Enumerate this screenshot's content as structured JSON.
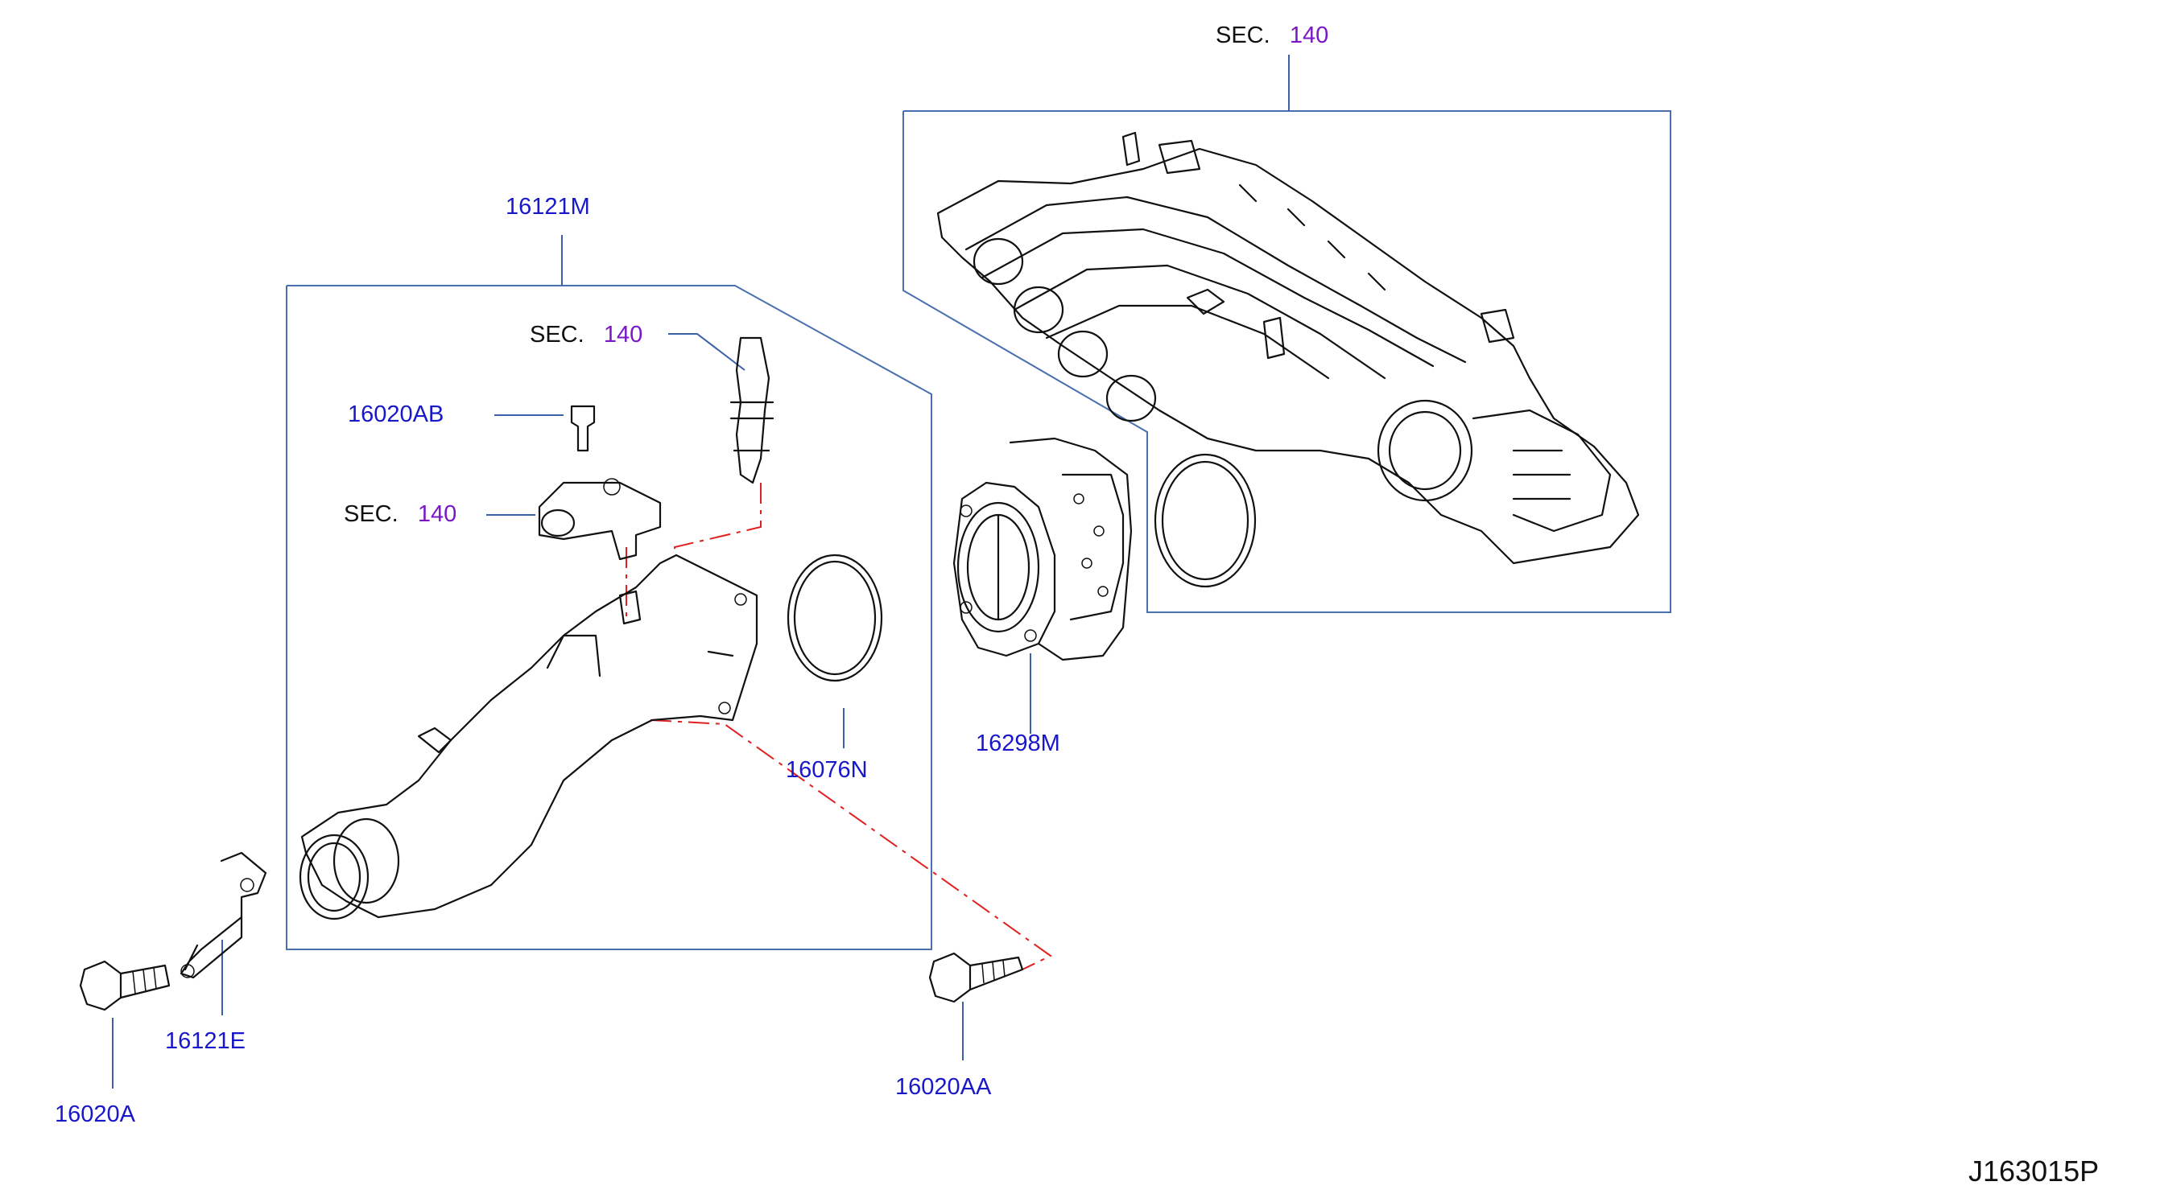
{
  "diagram": {
    "sec_word": "SEC.",
    "callouts": {
      "sec_top": "140",
      "sec_sensor": "140",
      "sec_map": "140",
      "p16121M": "16121M",
      "p16020AB": "16020AB",
      "p16076N": "16076N",
      "p16298M": "16298M",
      "p16121E": "16121E",
      "p16020A": "16020A",
      "p16020AA": "16020AA"
    },
    "drawing_code": "J163015P"
  },
  "colors": {
    "part_number": "#1818c8",
    "section_number": "#7a18c8",
    "leader_box": "#4a6fae",
    "phantom_line": "#e02020"
  }
}
